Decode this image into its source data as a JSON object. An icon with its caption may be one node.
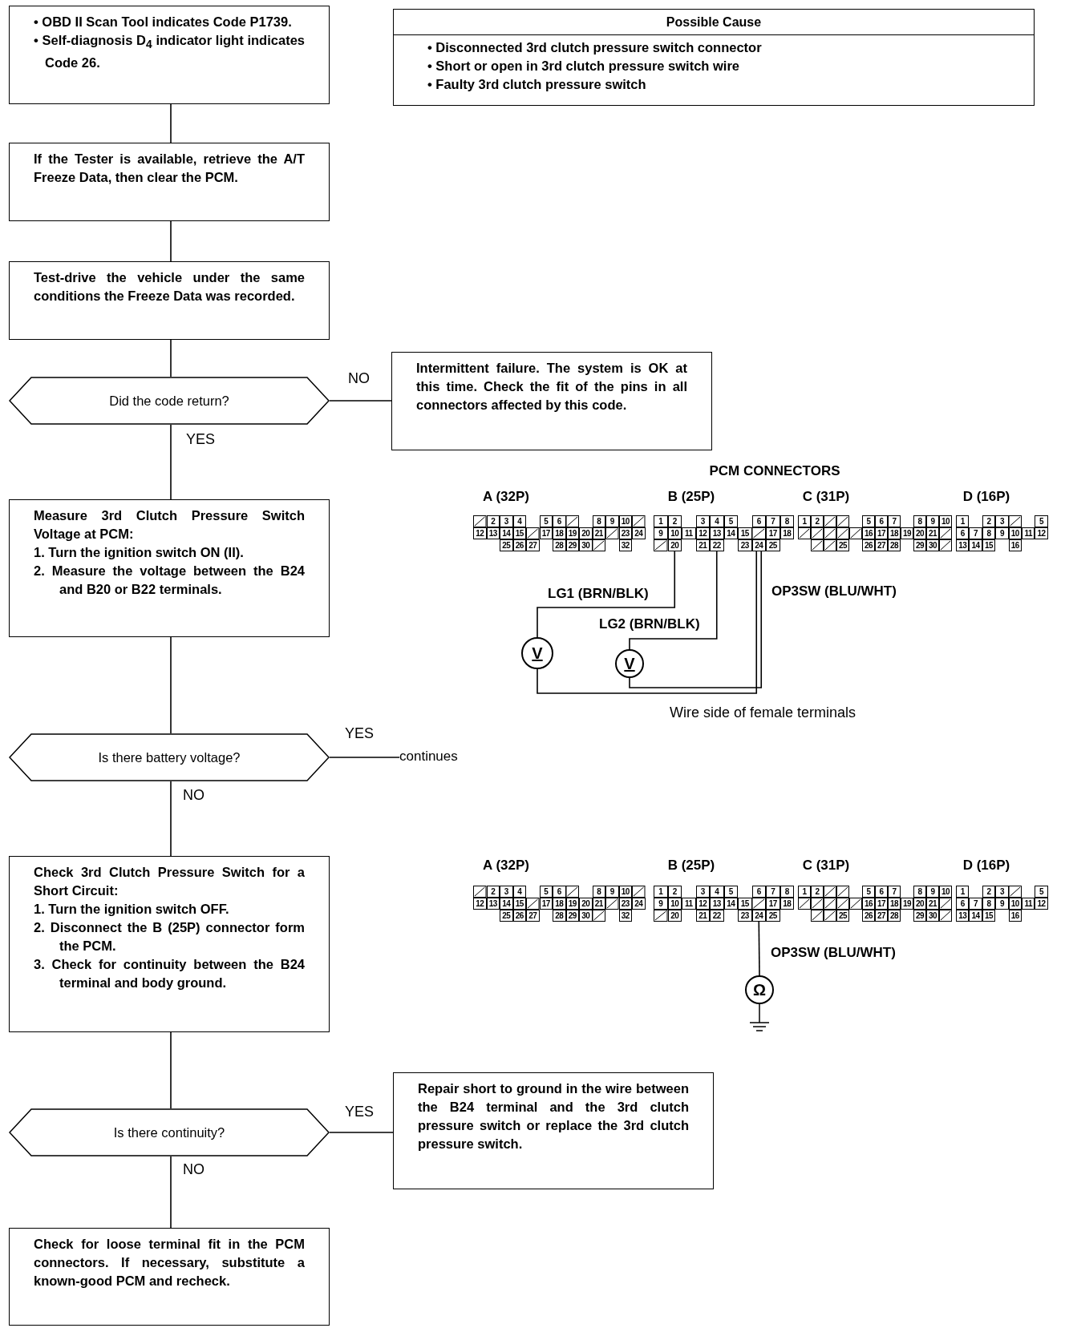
{
  "diagram": {
    "nodes": [
      {
        "text": [
          "• OBD II Scan Tool indicates Code P1739.",
          "• Self-diagnosis D$_{4}$ indicator light indicates Code 26."
        ]
      },
      {
        "text": [
          "Possible Cause",
          "• Disconnected 3rd clutch pressure switch connector",
          "• Short or open in 3rd clutch pressure switch wire",
          "• Faulty 3rd clutch pressure switch"
        ]
      },
      {
        "text": [
          "If the Tester is available, retrieve the A/T Freeze Data, then clear the PCM."
        ]
      },
      {
        "text": [
          "Test-drive the vehicle under the same conditions the Freeze Data was recorded."
        ]
      },
      {
        "text": [
          "Did the code return?"
        ]
      },
      {
        "text": [
          "Intermittent failure. The system is OK at this time. Check the fit of the pins in all connectors affected by this code."
        ]
      },
      {
        "text": [
          "Measure 3rd Clutch Pressure Switch Voltage at PCM:",
          "1. Turn the ignition switch ON (II).",
          "2. Measure the voltage between the B24 and B20 or B22 terminals."
        ]
      },
      {
        "text": [
          "Is there battery voltage?"
        ]
      },
      {
        "text": [
          "continues"
        ]
      },
      {
        "text": [
          "Check 3rd Clutch Pressure Switch for a Short Circuit:",
          "1. Turn the ignition switch OFF.",
          "2. Disconnect the B (25P) connector form the PCM.",
          "3. Check for continuity between the B24 terminal and body ground."
        ]
      },
      {
        "text": [
          "Is there continuity?"
        ]
      },
      {
        "text": [
          "Repair short to ground in the wire between the B24 terminal and the 3rd clutch pressure switch or replace the 3rd clutch pressure switch."
        ]
      },
      {
        "text": [
          "Check for loose terminal fit in the PCM connectors. If necessary, substitute a known-good PCM and recheck."
        ]
      },
      {
        "text": [
          "V"
        ]
      },
      {
        "text": [
          "V"
        ]
      },
      {
        "text": [
          "Ω"
        ]
      },
      {
        "text": [
          "20"
        ]
      },
      {
        "text": [
          "22"
        ]
      },
      {
        "text": [
          "24"
        ]
      },
      {
        "text": [
          "24"
        ]
      }
    ],
    "edges": [
      {
        "from": 0,
        "to": 2,
        "arrow": "none"
      },
      {
        "from": 2,
        "to": 3,
        "arrow": "none"
      },
      {
        "from": 3,
        "to": 4,
        "arrow": "none"
      },
      {
        "from": 4,
        "to": 5,
        "arrow": "none",
        "label": "NO"
      },
      {
        "from": 4,
        "to": 6,
        "arrow": "none",
        "label": "YES"
      },
      {
        "from": 6,
        "to": 7,
        "arrow": "none"
      },
      {
        "from": 7,
        "to": 8,
        "arrow": "none",
        "label": "YES"
      },
      {
        "from": 7,
        "to": 9,
        "arrow": "none",
        "label": "NO"
      },
      {
        "from": 9,
        "to": 10,
        "arrow": "none"
      },
      {
        "from": 10,
        "to": 11,
        "arrow": "none",
        "label": "YES"
      },
      {
        "from": 10,
        "to": 12,
        "arrow": "none",
        "label": "NO"
      },
      {
        "from": 13,
        "to": 16,
        "arrow": "none"
      },
      {
        "from": 13,
        "to": 18,
        "arrow": "none"
      },
      {
        "from": 14,
        "to": 17,
        "arrow": "none"
      },
      {
        "from": 14,
        "to": 18,
        "arrow": "none"
      },
      {
        "from": 15,
        "to": 19,
        "arrow": "none"
      }
    ],
    "labels": [
      "PCM CONNECTORS",
      "A (32P)",
      "B (25P)",
      "C (31P)",
      "D (16P)",
      "2",
      "3",
      "4",
      "5",
      "6",
      "8",
      "9",
      "10",
      "12",
      "13",
      "14",
      "15",
      "17",
      "18",
      "19",
      "20",
      "21",
      "23",
      "24",
      "25",
      "26",
      "27",
      "28",
      "29",
      "30",
      "32",
      "1",
      "2",
      "3",
      "4",
      "5",
      "6",
      "7",
      "8",
      "9",
      "10",
      "11",
      "12",
      "13",
      "14",
      "15",
      "17",
      "18",
      "21",
      "23",
      "25",
      "1",
      "2",
      "5",
      "6",
      "7",
      "8",
      "9",
      "10",
      "16",
      "17",
      "18",
      "19",
      "20",
      "21",
      "25",
      "26",
      "27",
      "28",
      "29",
      "30",
      "1",
      "2",
      "3",
      "5",
      "6",
      "7",
      "8",
      "9",
      "10",
      "11",
      "12",
      "13",
      "14",
      "15",
      "16",
      "LG1 (BRN/BLK)",
      "LG2 (BRN/BLK)",
      "OP3SW (BLU/WHT)",
      "Wire side of female terminals",
      "A (32P)",
      "B (25P)",
      "C (31P)",
      "D (16P)",
      "2",
      "3",
      "4",
      "5",
      "6",
      "8",
      "9",
      "10",
      "12",
      "13",
      "14",
      "15",
      "17",
      "18",
      "19",
      "20",
      "21",
      "23",
      "24",
      "25",
      "26",
      "27",
      "28",
      "29",
      "30",
      "32",
      "1",
      "2",
      "3",
      "4",
      "5",
      "6",
      "7",
      "8",
      "9",
      "10",
      "11",
      "12",
      "13",
      "14",
      "15",
      "17",
      "18",
      "20",
      "21",
      "22",
      "23",
      "25",
      "1",
      "2",
      "5",
      "6",
      "7",
      "8",
      "9",
      "10",
      "16",
      "17",
      "18",
      "19",
      "20",
      "21",
      "25",
      "26",
      "27",
      "28",
      "29",
      "30",
      "1",
      "2",
      "3",
      "5",
      "6",
      "7",
      "8",
      "9",
      "10",
      "11",
      "12",
      "13",
      "14",
      "15",
      "16",
      "OP3SW (BLU/WHT)"
    ]
  }
}
